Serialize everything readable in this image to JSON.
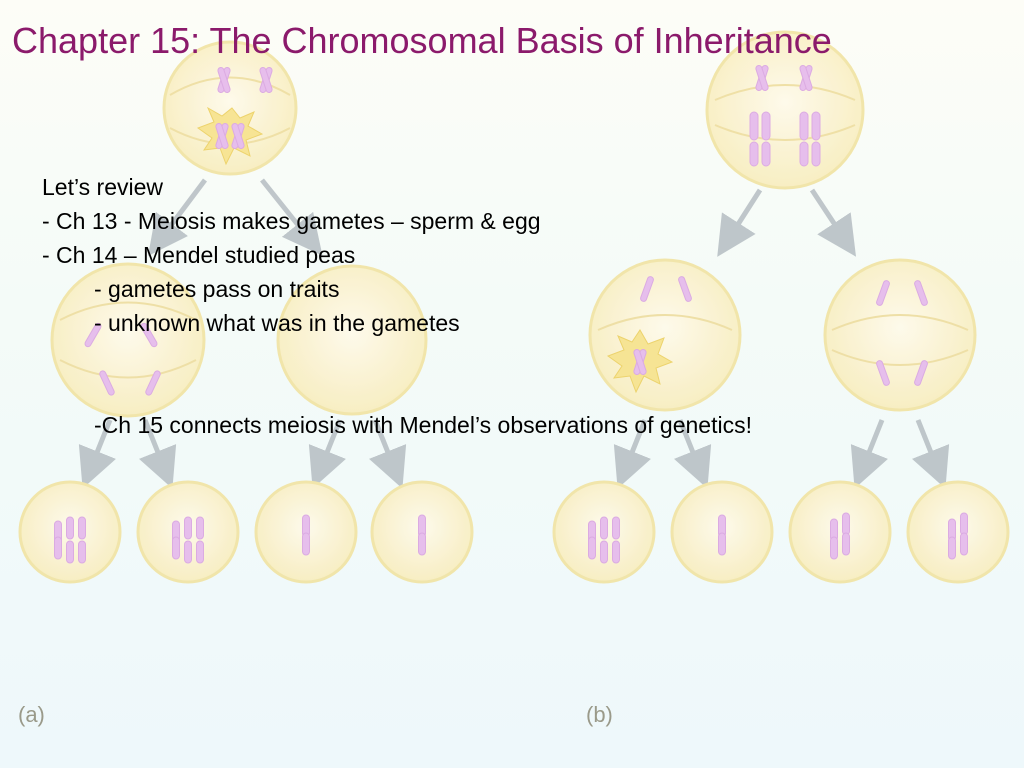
{
  "slide": {
    "title": "Chapter 15: The Chromosomal Basis of Inheritance",
    "lines": [
      "Let’s review",
      "- Ch 13 - Meiosis makes gametes – sperm & egg",
      "- Ch 14 – Mendel studied peas",
      "- gametes pass on traits",
      "- unknown what was in the gametes",
      "-Ch 15 connects meiosis with Mendel’s observations of genetics!"
    ]
  },
  "figure": {
    "panel_a_label": "(a)",
    "panel_b_label": "(b)",
    "colors": {
      "cell_fill": "#fbf3c9",
      "cell_edge": "#f3e6a4",
      "chromosome": "#e4b3ea",
      "arrow": "#b9c1c6",
      "burst": "#f6dc6e",
      "title": "#8b1a6b"
    }
  }
}
